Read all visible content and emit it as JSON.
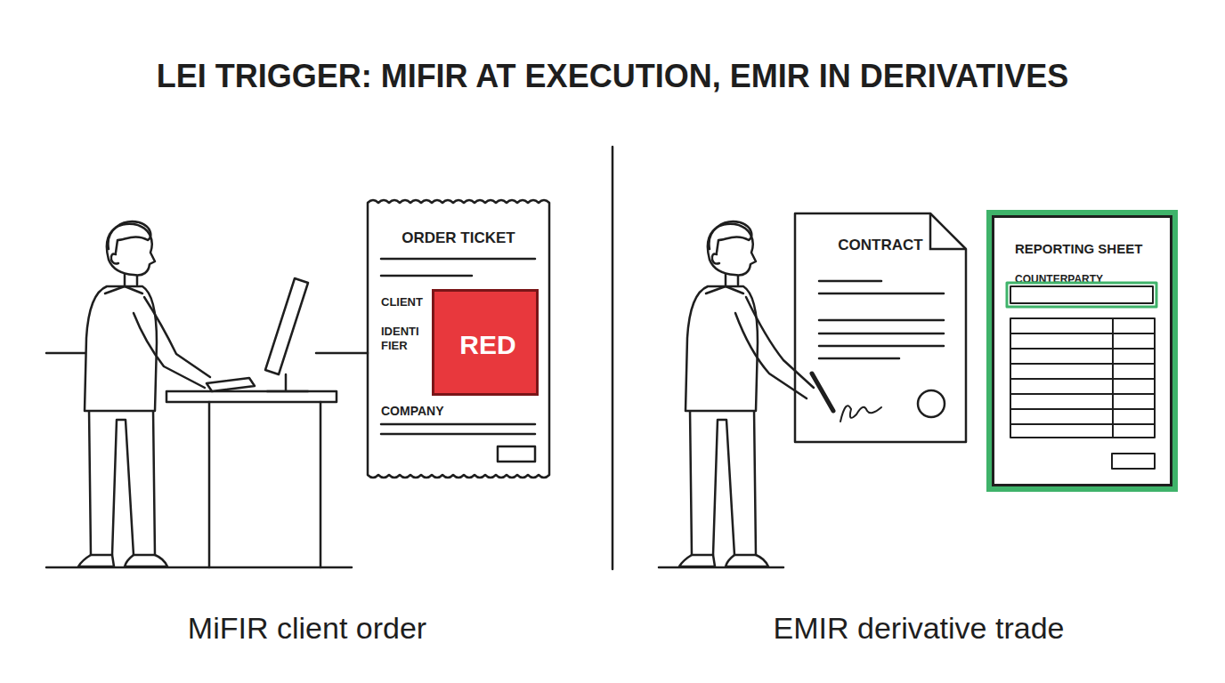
{
  "diagram": {
    "title": "LEI TRIGGER: MIFIR AT EXECUTION, EMIR IN DERIVATIVES",
    "nodes": [
      {
        "text": [
          "ORDER TICKET",
          "CLIENT",
          "IDENTI FIER",
          "COMPANY"
        ]
      },
      {
        "text": [
          "RED"
        ],
        "in": 0
      },
      {
        "text": [
          "CONTRACT"
        ]
      },
      {
        "text": [
          "REPORTING SHEET",
          "COUNTERPARTY"
        ]
      }
    ],
    "labels": [
      "MiFIR client order",
      "EMIR derivative trade"
    ]
  }
}
